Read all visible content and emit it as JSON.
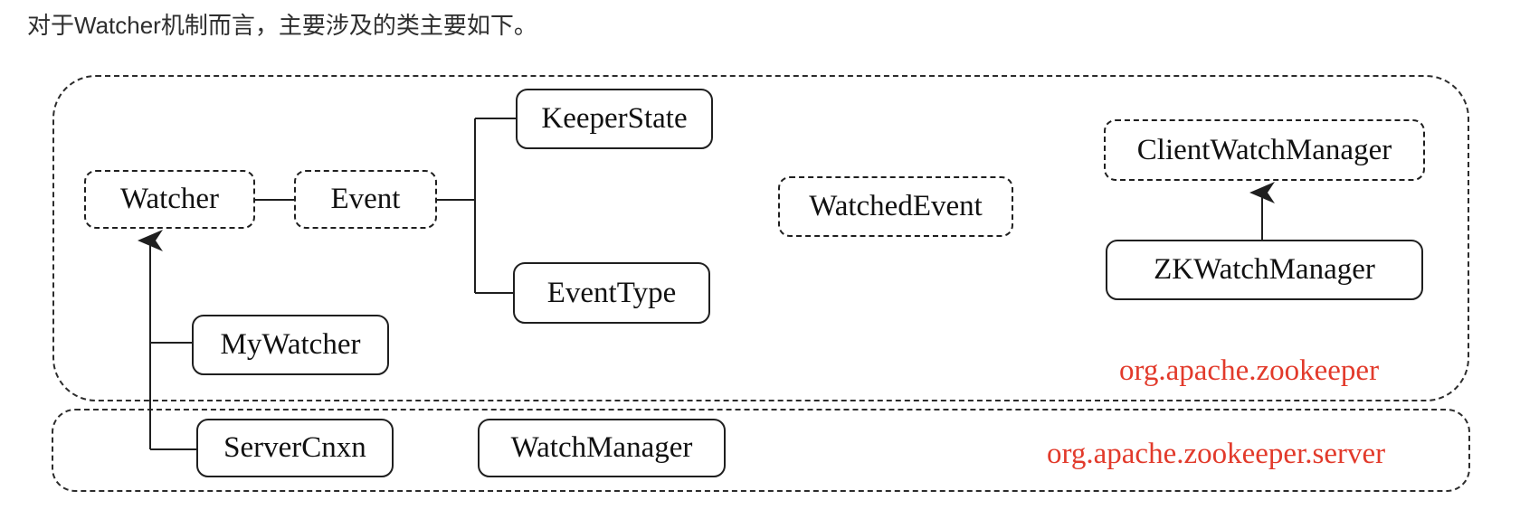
{
  "heading": "对于Watcher机制而言，主要涉及的类主要如下。",
  "colors": {
    "line": "#1f1f1f",
    "package_border": "#2c2c2c",
    "package_label": "#e23a2b",
    "node_text": "#111111",
    "background": "#ffffff"
  },
  "packages": {
    "zookeeper": {
      "label": "org.apache.zookeeper",
      "border_style": "dashed"
    },
    "zookeeper_server": {
      "label": "org.apache.zookeeper.server",
      "border_style": "dashed"
    }
  },
  "nodes": {
    "watcher": {
      "label": "Watcher",
      "border_style": "dashed",
      "package": "org.apache.zookeeper"
    },
    "event": {
      "label": "Event",
      "border_style": "dashed",
      "package": "org.apache.zookeeper"
    },
    "keeper_state": {
      "label": "KeeperState",
      "border_style": "solid",
      "package": "org.apache.zookeeper"
    },
    "event_type": {
      "label": "EventType",
      "border_style": "solid",
      "package": "org.apache.zookeeper"
    },
    "watched_event": {
      "label": "WatchedEvent",
      "border_style": "dashed",
      "package": "org.apache.zookeeper"
    },
    "client_watch_manager": {
      "label": "ClientWatchManager",
      "border_style": "dashed",
      "package": "org.apache.zookeeper"
    },
    "zk_watch_manager": {
      "label": "ZKWatchManager",
      "border_style": "solid",
      "package": "org.apache.zookeeper"
    },
    "my_watcher": {
      "label": "MyWatcher",
      "border_style": "solid",
      "package": "org.apache.zookeeper"
    },
    "server_cnxn": {
      "label": "ServerCnxn",
      "border_style": "solid",
      "package": "org.apache.zookeeper.server"
    },
    "watch_manager": {
      "label": "WatchManager",
      "border_style": "solid",
      "package": "org.apache.zookeeper.server"
    }
  },
  "edges": [
    {
      "from": "Watcher",
      "to": "Event",
      "arrow": false
    },
    {
      "from": "Event",
      "to": "KeeperState",
      "arrow": false
    },
    {
      "from": "Event",
      "to": "EventType",
      "arrow": false
    },
    {
      "from": "MyWatcher",
      "to": "Watcher",
      "arrow": true
    },
    {
      "from": "ServerCnxn",
      "to": "Watcher",
      "arrow": true
    },
    {
      "from": "ZKWatchManager",
      "to": "ClientWatchManager",
      "arrow": true
    }
  ]
}
